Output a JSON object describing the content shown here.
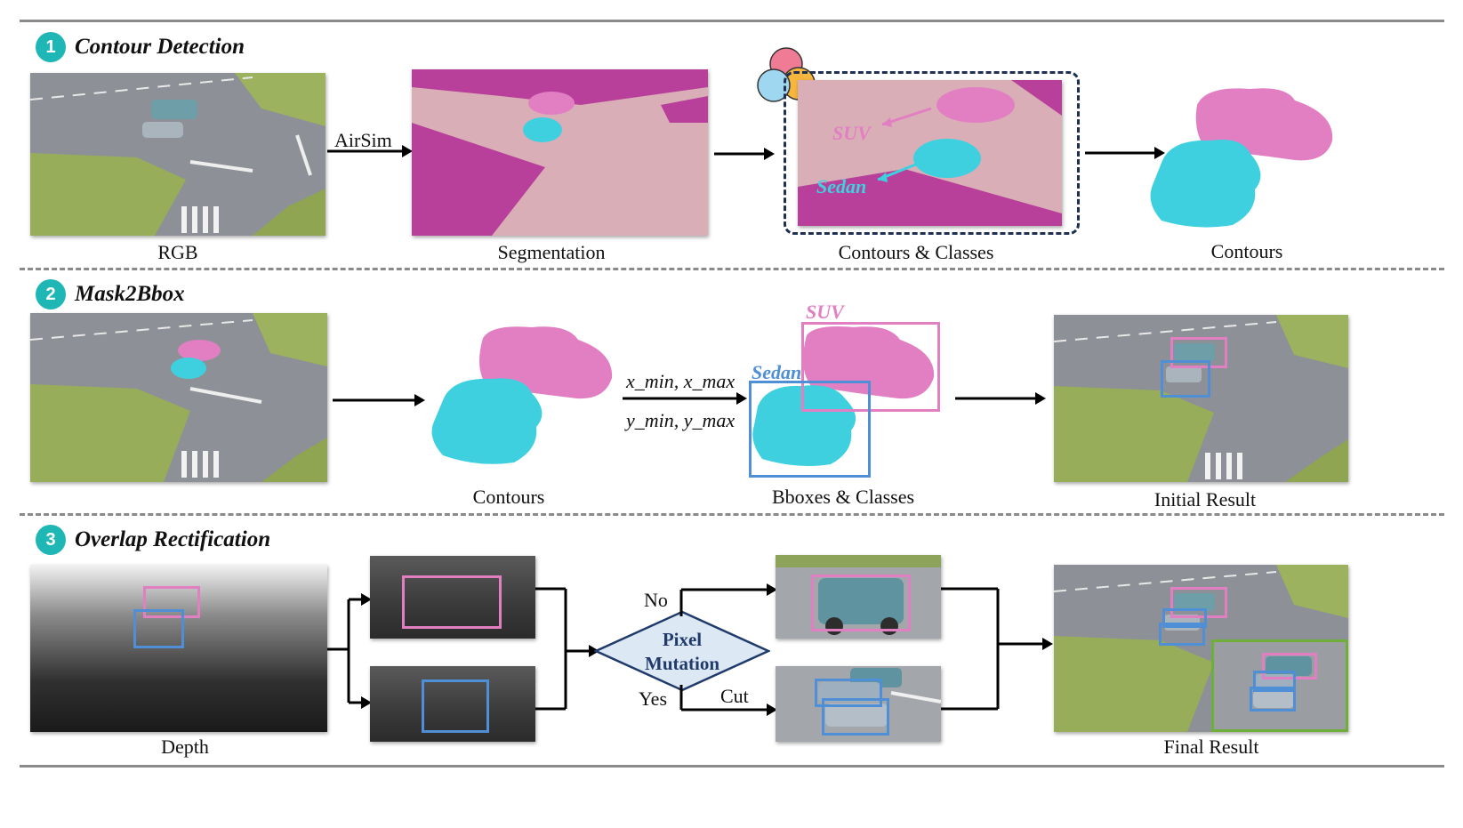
{
  "sections": [
    {
      "number": "1",
      "title": "Contour Detection"
    },
    {
      "number": "2",
      "title": "Mask2Bbox"
    },
    {
      "number": "3",
      "title": "Overlap Rectification"
    }
  ],
  "row1": {
    "captions": [
      "RGB",
      "Segmentation",
      "Contours & Classes",
      "Contours"
    ],
    "arrow_label": "AirSim",
    "class_labels": {
      "suv": "SUV",
      "sedan": "Sedan"
    }
  },
  "row2": {
    "captions": [
      "Contours",
      "Bboxes & Classes",
      "Initial Result"
    ],
    "arrow_label_top": "x_min, x_max",
    "arrow_label_bottom": "y_min, y_max",
    "class_labels": {
      "suv": "SUV",
      "sedan": "Sedan"
    }
  },
  "row3": {
    "captions": [
      "Depth",
      "Final Result"
    ],
    "decision": {
      "line1": "Pixel",
      "line2": "Mutation"
    },
    "branch_no": "No",
    "branch_yes": "Yes",
    "cut_label": "Cut"
  },
  "colors": {
    "suv": "#e27fc2",
    "sedan_box": "#4f8fd5",
    "sedan_mask": "#3fd0e0",
    "section_badge": "#1fb7b5",
    "result_highlight": "#6fae3a"
  }
}
